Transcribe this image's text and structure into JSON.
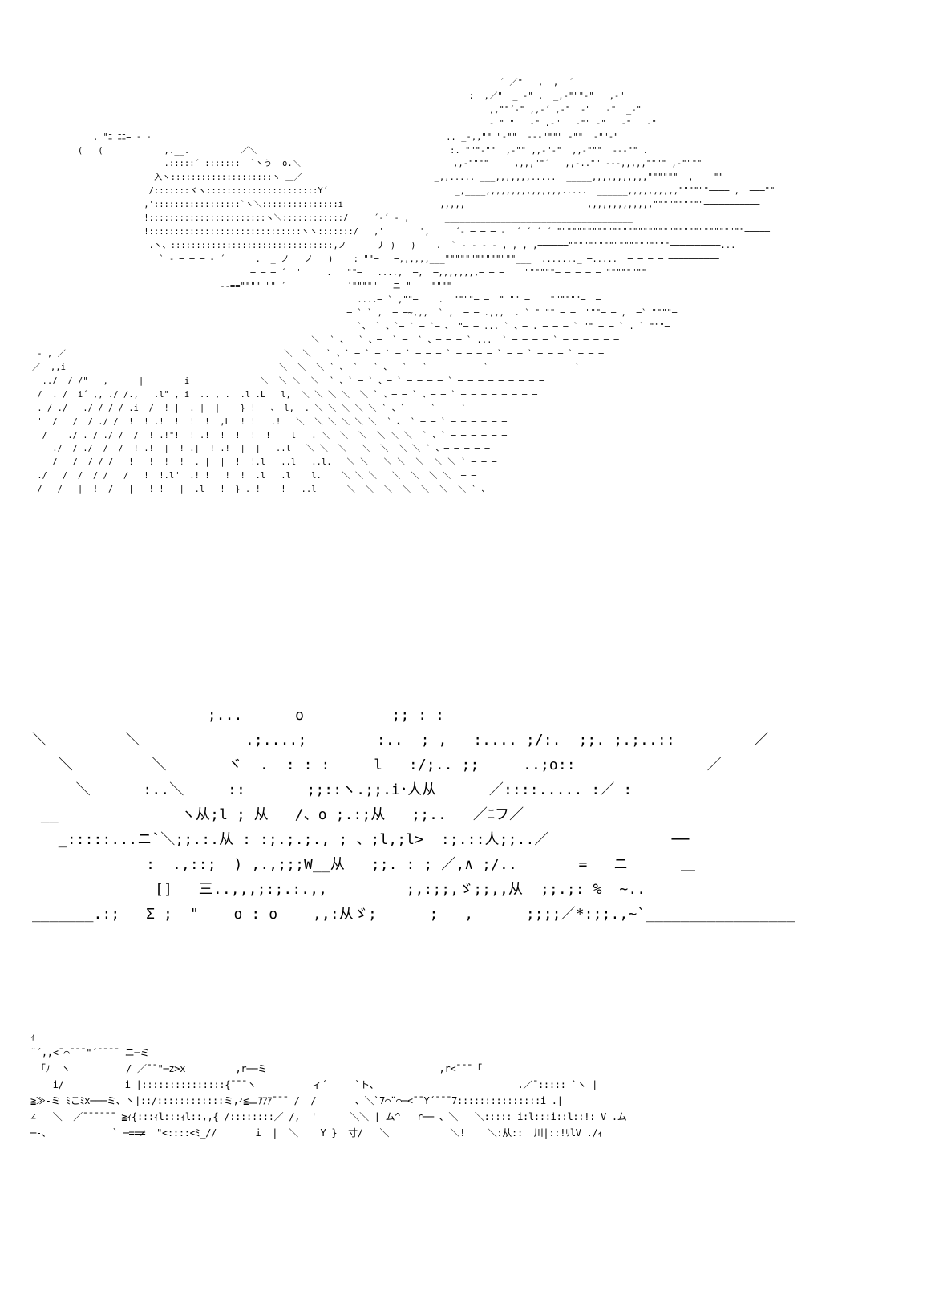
{
  "page": {
    "background": "#ffffff",
    "ink": "#000000"
  },
  "sections": [
    {
      "id": "rays",
      "lines": [
        "                                                                                            ´ ／\"¨  ,  ,  ´",
        "                                                                                      :  ,／\"  _ -\" ,  _,-\"\"\"-\"   ,-\"",
        "                                                                                          ,,\"\"´-\" ,,-´ ,-\"  -\"   -\"  _-\"",
        "                                                                                         _- \" \"_  -\" .-\"  _-\"\" -\"  _-\"   -\"",
        "            , \"ﾆ ﾆﾆ= - -                                                          .. _-,,\"\" \"-\"\"  ---\"\"\"\" -\"\"  -\"\"-\"",
        "         (   (            ,.__.          ／＼                                      :. \"\"\"-\"\"  ,-\"\" ,,-\"-\"  ,,-\"\"\"  ---\"\" .",
        "           ___           _.:::::´ :::::::  `ヽう  o.＼                              ,,-\"\"\"\"   __,,,,\"\"´   ,,-..\"\" ---,,,,,\"\"\"\" ,-\"\"\"\"",
        "                        入ヽ::::::::::::::::::::ヽ ＿／                          _,,..... ___,,,,,,,.....  _____,,,,,,,,,,,\"\"\"\"\"\"─ ,  ──\"\"",
        "                       /:::::::ヾヽ::::::::::::::::::::::Y´                         _,____,,,,,,,,,,,,,,,.....  ______,,,,,,,,,,\"\"\"\"\"\"──── ,  ───\"\"",
        "                      ,':::::::::::::::::`ヽ＼:::::::::::::::i                   ,,,,,____ ___________________,,,,,,,,,,,,,\"\"\"\"\"\"\"\"\"\"───────────",
        "                      !:::::::::::::::::::::::ヽ＼::::::::::::/     ´-´ ‐ ,       _____________________________________",
        "                      !::::::::::::::::::::::::::::::ヽヽ:::::::/   ,'       ',     ´‐ ─ ─ ─ ‐  ´ ´ ´ ´ \"\"\"\"\"\"\"\"\"\"\"\"\"\"\"\"\"\"\"\"\"\"\"\"\"\"\"\"\"\"\"\"\"\"\"\"\"─────",
        "                       .ヽ、::::::::::::::::::::::::::::::::,ノ      丿 )   )    .  ` ‐ ‐ ‐ ‐ , , , ,──────\"\"\"\"\"\"\"\"\"\"\"\"\"\"\"\"\"\"\"\"──────────...",
        "                         ` ‐ ─ ─ ─ ‐ ´      .  _ ノ   ノ   )    : \"\"─   ─,,,,,,___\"\"\"\"\"\"\"\"\"\"\"\"\"\"___  ......._ ─.....  ─ ─ ─ ─ ──────────",
        "                                           ─ ─ ─ ´  '     .   \"\"─   ....,  ─,  ─,,,,,,,,─ ─ ─    \"\"\"\"\"\"─ ─ ─ ─ ─ \"\"\"\"\"\"\"\"",
        "                                     ‐‐==\"\"\"\" \"\" ´            ´\"\"\"\"\"─  ニ \" ─  \"\"\"\" ─          ─────",
        "                                                                ....─ ` ,\"\"─    .  \"\"\"\"─ ─  \" \"\" ─    \"\"\"\"\"\"─  ─",
        "                                                              ─ ` ` ,  ─ ─~,,,  ` ,  ─ ─ .,,,  . ` \" \"\" ─ ─  \"\"\"─ ─ ,  ─` \"\"\"\"─",
        "                                                                `、 ` 、`─ ` ─ `─ 、 \"─ ─ ... ` 、─ . ─ ─ ─ ` \"\" ─ ─ ` . ` \"\"\"─",
        "                                                       ＼  ` 、  ` 、─  ` ─  ` 、─ ─ ─ ` ...  ` ─ ─ ─ ─ ` ─ ─ ─ ─ ─ ─",
        " ‐ , ／                                           ＼  ＼   ` 、` ─ ` ─ ` ─ ` ─ ─ ─ ` ─ ─ ─ ─ ` ─ ─ ` ─ ─ ─ ` ─ ─ ─",
        "／  ,,i                                          ＼  ＼  ＼ ` 、 ` ─ ` 、─ ` ─ ` ─ ─ ─ ─ ─ ` ─ ─ ─ ─ ─ ─ ─ ─ `",
        "  ../  / /\"   ,      |        i              ＼  ＼ ＼  ＼  ` 、` ─ ` 、─ ` ─ ─ ─ ─ ` ─ ─ ─ ─ ─ ─ ─ ─ ─",
        " /  . /  i´ ,, ./ /.,   .l\" , i  .. , .  .l .L   l,  ＼ ＼ ＼ ＼  ＼ ` 、─ ─ ` 、─ ─ ` ─ ─ ─ ─ ─ ─ ─ ─",
        " . / ./   ./ / / / .i  /  ! |  . |  |    } !   、 l,  . ＼ ＼ ＼ ＼ ＼ ` 、` ─ ─ ` ─ ─ ` ─ ─ ─ ─ ─ ─ ─",
        " '  /   /  / ./ /  !  ! .!  !  !  !  ,L  ! !   .!   ＼  ＼ ＼ ＼ ＼ ＼  ` 、 ` ─ ─ ` ─ ─ ─ ─ ─ ─",
        "  /    ./ . / ./ /  /  ! .!\"!  ! .!  !  !  !  !    l   . ＼  ＼  ＼  ＼ ＼ ＼  ` 、` ─ ─ ─ ─ ─ ─",
        "    ./  / ./  /  /  ! .!  |  ! .|  ! .!  |  |   ..l   ＼ ＼  ＼   ＼  ＼  ＼ ＼ ` 、─ ─ ─ ─ ─",
        "    /   /  / / /   !   !  !  !  . |  |  !  !.l   ..l   ..l.   ＼ ＼   ＼ ＼  ＼  ＼ ＼ ` ─ ─ ─",
        " ./   /  /  / /   /   !  !.l\"  .! !   !  !  .l   .l    l.    ＼ ＼ ＼   ＼  ＼  ＼ ＼  ─ ─",
        " /   /   |  !  /   |   ! !   |  .l   !  } . !    !   ..l      ＼  ＼  ＼  ＼  ＼  ＼  ＼ ` 、"
      ]
    },
    {
      "id": "blast",
      "lines": [
        "                    ;...      o          ;; : :",
        "＼         ＼            .;....;        :..  ; ,   :.... ;/:.  ;;. ;.;..::         ／",
        "   ＼         ＼       ヾ  .  : : :     l   :/;.. ;;     ..;o::               ／",
        "     ＼      :..＼     ::       ;;::ヽ.;;.i･人从      ／::::..... :／ :",
        " __              ヽ从;l ; 从   /、o ;.:;从   ;;..   ／ﾆフ／",
        "   _:::::...ニ`＼;;.:.从 : :;.;.;., ; 、;l,;l>  :;.::人;;..／              ──",
        "             :  .,::;  ) ,.,;;;W__从   ;;. : ; ／,∧ ;/..       =   ニ      ＿",
        "              []   三..,,,;:;.:.,,         ;,:;;,ゞ;;,,从  ;;.;: %  ~..",
        "_______.:;   Σ ;  \"    o : o    ,,:从ゞ;      ;   ,      ;;;;／*:;;.,~`_________________"
      ]
    },
    {
      "id": "debris",
      "lines": [
        "ｨ",
        "¨´,,<¯⌒¯¯¯\"´¯¯¯¯ ニ─ミ",
        " 「ﾉ  ヽ          / ／¯¯\"─z>x         ,r──ミ                               ,r<¯¯¯「",
        "    i/           i |:::::::::::::::{¯¯¯ヽ          ィ´     `ト、                         .／¯::::: `ヽ |",
        "≧≫‐ミ ﾐこﾐx───ミ、ヽ|::/::::::::::::ミ,ｨ≦ニｱｱｱ¯¯¯ /  /       、＼`7⌒¨⌒─<¯¯Y´¯¯¯7:::::::::::::::i .|",
        "∠___＼__／¯¯¯¯¯¯ ≧ｨ{:::ｨl:::ｨl::,,{ /::::::::／ /,  '      ＼＼ | ム^___r── 、＼   ＼::::: i:l:::i::l::!: V .ム",
        "─‐、           ` ─==≠  \"<::::<ﾐ_//       i  |  ＼    Y }  寸/   ＼           ＼!    ＼:从::  川|::!ﾘlV ./ｨ"
      ]
    }
  ]
}
